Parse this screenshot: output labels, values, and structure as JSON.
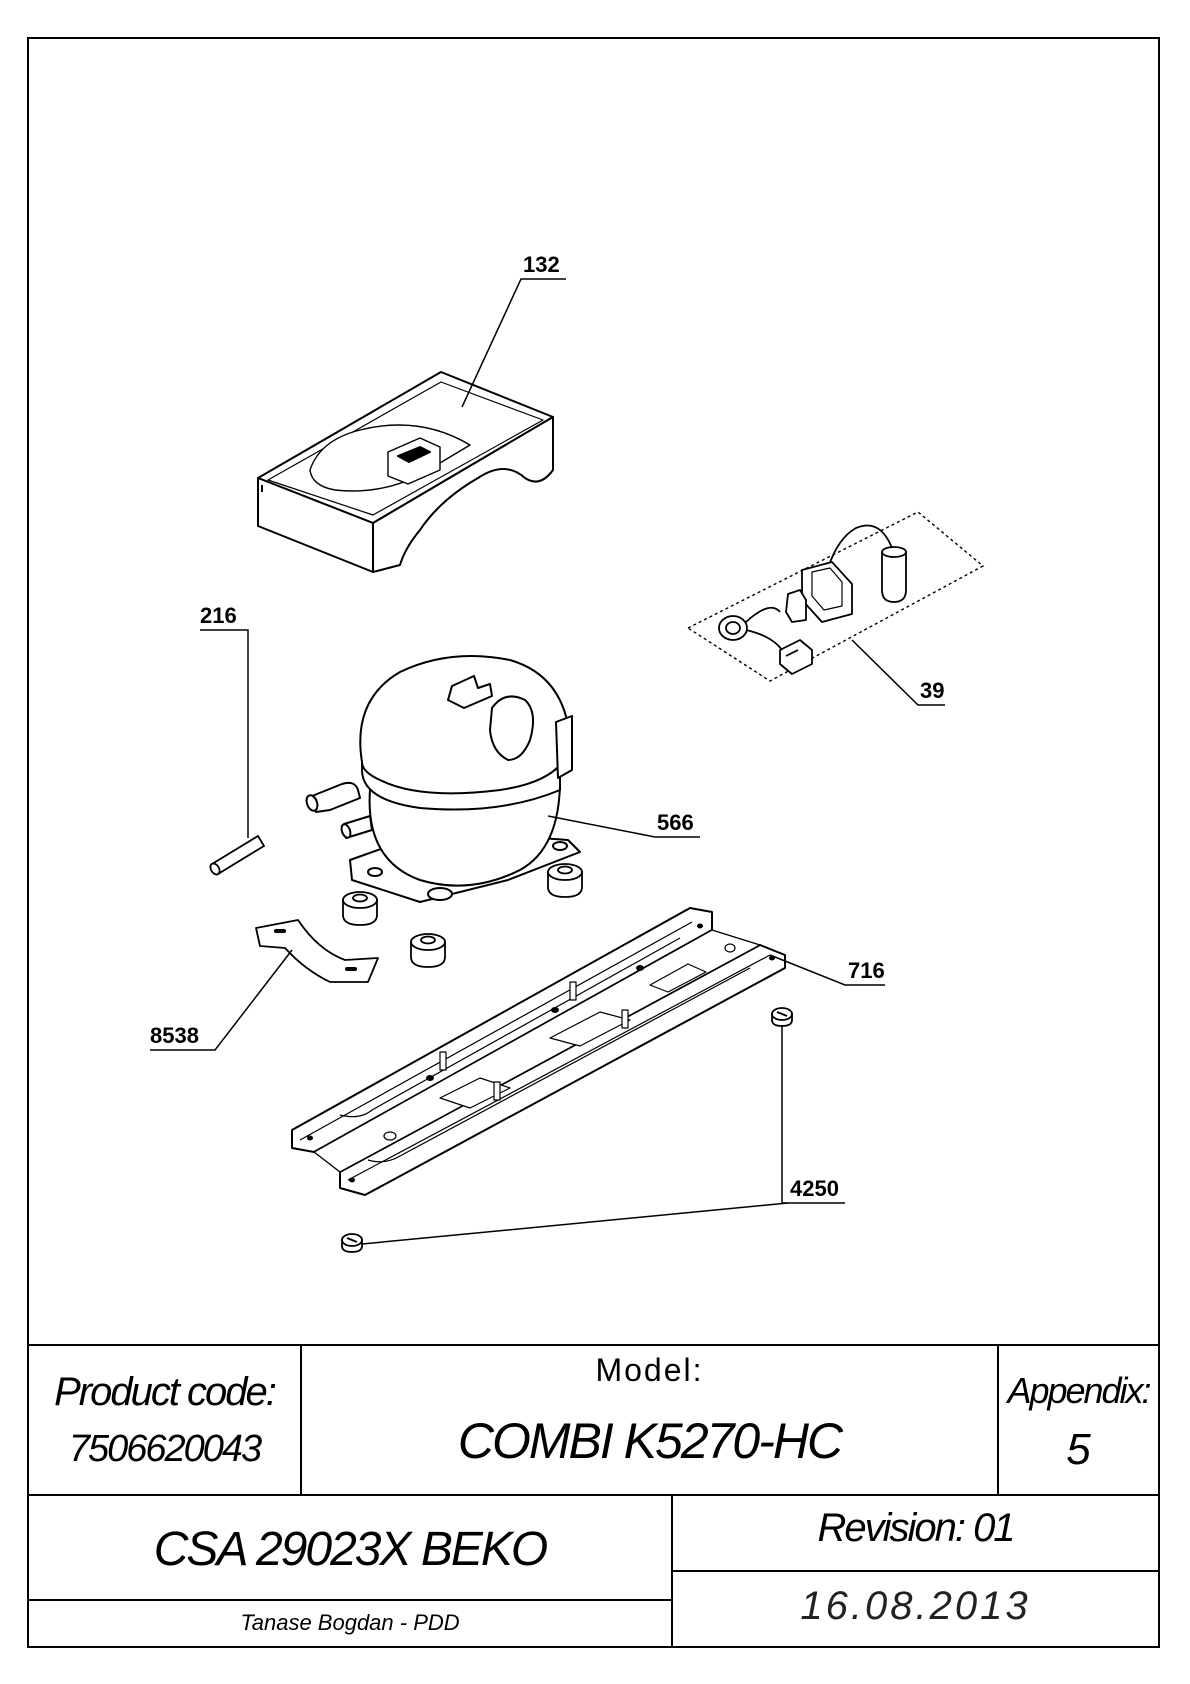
{
  "callouts": {
    "c132": "132",
    "c39": "39",
    "c216": "216",
    "c566": "566",
    "c716": "716",
    "c8538": "8538",
    "c4250": "4250"
  },
  "title_block": {
    "product_code_label": "Product code:",
    "product_code_value": "7506620043",
    "model_label": "Model:",
    "model_value": "COMBI K5270-HC",
    "appendix_label": "Appendix:",
    "appendix_value": "5",
    "compressor": "CSA 29023X BEKO",
    "revision": "Revision: 01",
    "author": "Tanase Bogdan - PDD",
    "date": "16.08.2013"
  }
}
